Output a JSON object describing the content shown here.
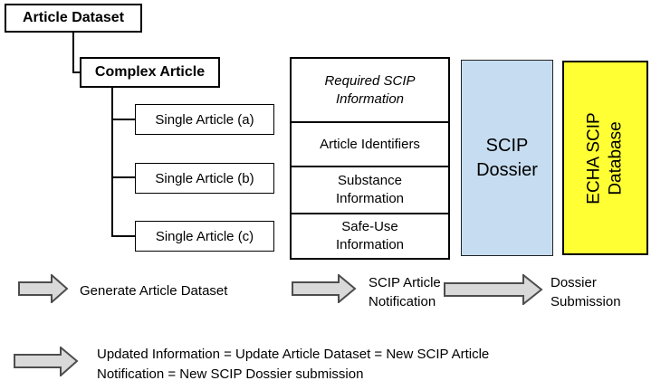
{
  "hierarchy": {
    "article_dataset": "Article Dataset",
    "complex_article": "Complex Article",
    "single_articles": [
      "Single Article (a)",
      "Single Article (b)",
      "Single Article (c)"
    ]
  },
  "info_table": {
    "header": "Required SCIP Information",
    "rows": [
      "Article Identifiers",
      "Substance Information",
      "Safe-Use Information"
    ]
  },
  "scip_dossier": {
    "label": "SCIP Dossier"
  },
  "echa_database": {
    "line1": "ECHA SCIP",
    "line2": "Database"
  },
  "flow": {
    "step1_label": "Generate Article Dataset",
    "step2_label": "SCIP Article Notification",
    "step3_label": "Dossier Submission",
    "update_note": "Updated Information = Update Article Dataset = New SCIP Article Notification = New SCIP Dossier submission"
  },
  "colors": {
    "dossier_fill": "#C6DCF0",
    "database_fill": "#FFFF33",
    "arrow_fill": "#D9D9D9",
    "arrow_stroke": "#4D4D4D",
    "line_color": "#000000"
  }
}
